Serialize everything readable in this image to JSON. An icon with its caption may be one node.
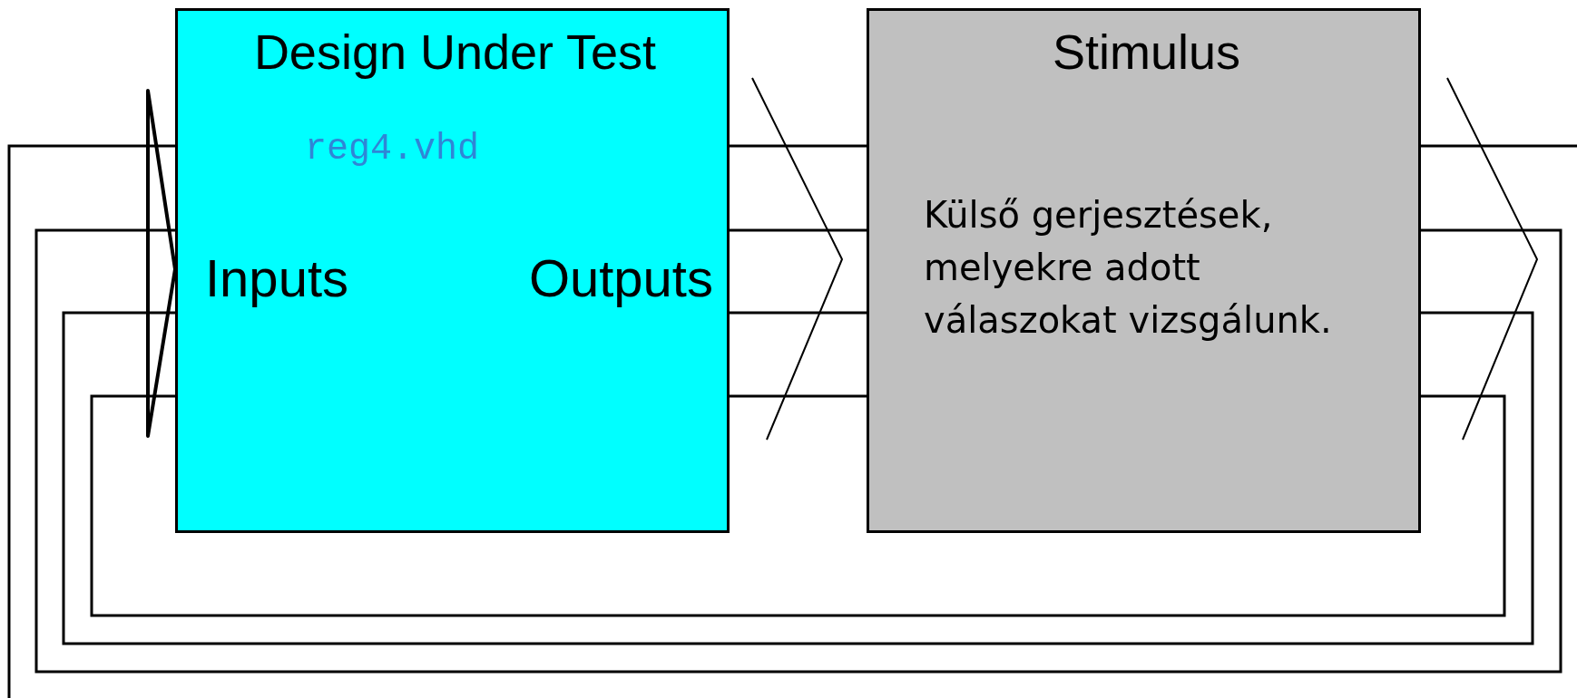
{
  "diagram": {
    "nodes": [
      {
        "text": [
          "Design Under Test",
          "reg4.vhd",
          "Inputs",
          "Outputs"
        ]
      },
      {
        "text": [
          "Stimulus",
          "Külső gerjesztések, melyekre adott válaszokat vizsgálunk."
        ]
      }
    ],
    "edges": [
      {
        "from": 0,
        "to": 1,
        "arrow": "none"
      },
      {
        "from": 0,
        "to": 1,
        "arrow": "none"
      },
      {
        "from": 0,
        "to": 1,
        "arrow": "none"
      },
      {
        "from": 0,
        "to": 1,
        "arrow": "none"
      },
      {
        "from": 1,
        "to": 0,
        "arrow": "none"
      },
      {
        "from": 1,
        "to": 0,
        "arrow": "none"
      },
      {
        "from": 1,
        "to": 0,
        "arrow": "none"
      },
      {
        "from": 1,
        "to": 0,
        "arrow": "none"
      }
    ]
  }
}
